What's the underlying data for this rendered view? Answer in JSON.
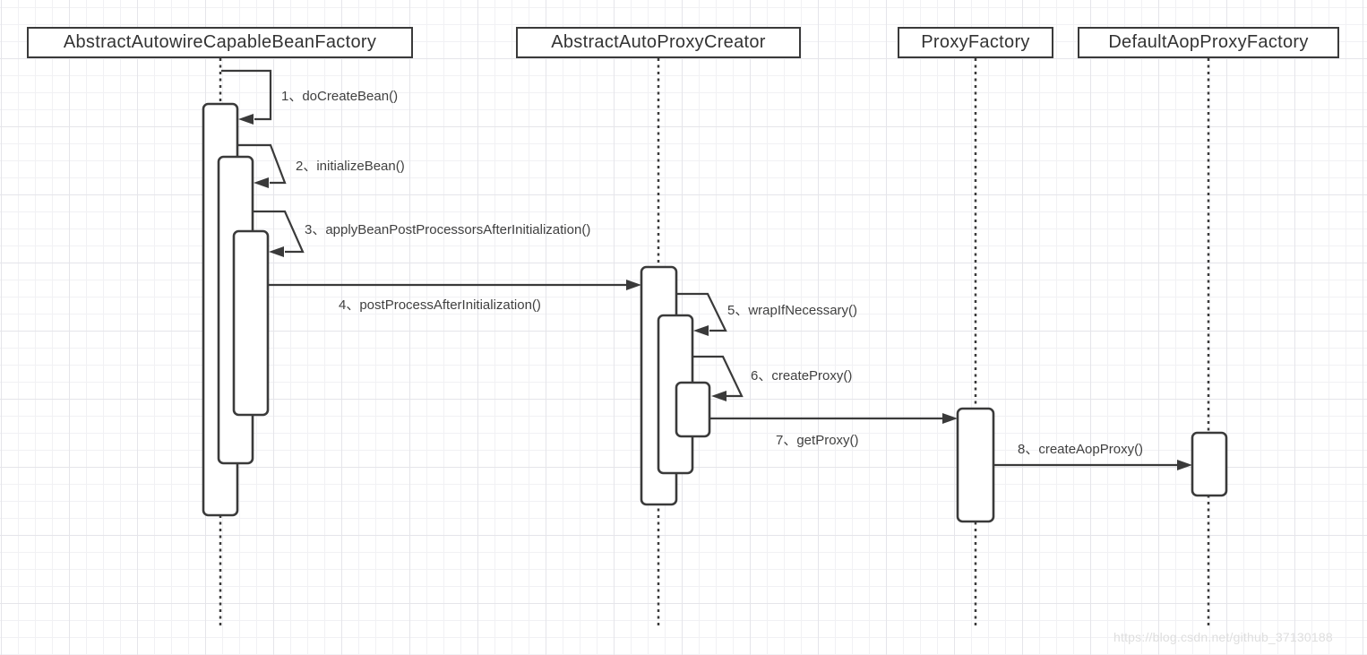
{
  "diagram": {
    "kind": "uml-sequence",
    "lifelines": [
      {
        "label": "AbstractAutowireCapableBeanFactory"
      },
      {
        "label": "AbstractAutoProxyCreator"
      },
      {
        "label": "ProxyFactory"
      },
      {
        "label": "DefaultAopProxyFactory"
      }
    ],
    "messages": [
      {
        "label": "1、doCreateBean()",
        "from": "AbstractAutowireCapableBeanFactory",
        "to": "AbstractAutowireCapableBeanFactory",
        "type": "self"
      },
      {
        "label": "2、initializeBean()",
        "from": "AbstractAutowireCapableBeanFactory",
        "to": "AbstractAutowireCapableBeanFactory",
        "type": "self"
      },
      {
        "label": "3、applyBeanPostProcessorsAfterInitialization()",
        "from": "AbstractAutowireCapableBeanFactory",
        "to": "AbstractAutowireCapableBeanFactory",
        "type": "self"
      },
      {
        "label": "4、postProcessAfterInitialization()",
        "from": "AbstractAutowireCapableBeanFactory",
        "to": "AbstractAutoProxyCreator",
        "type": "call"
      },
      {
        "label": "5、wrapIfNecessary()",
        "from": "AbstractAutoProxyCreator",
        "to": "AbstractAutoProxyCreator",
        "type": "self"
      },
      {
        "label": "6、createProxy()",
        "from": "AbstractAutoProxyCreator",
        "to": "AbstractAutoProxyCreator",
        "type": "self"
      },
      {
        "label": "7、getProxy()",
        "from": "AbstractAutoProxyCreator",
        "to": "ProxyFactory",
        "type": "call"
      },
      {
        "label": "8、createAopProxy()",
        "from": "ProxyFactory",
        "to": "DefaultAopProxyFactory",
        "type": "call"
      }
    ],
    "watermark": "https://blog.csdn.net/github_37130188",
    "colors": {
      "stroke": "#3a3a3a",
      "text": "#404040",
      "grid_minor": "#f1f1f4",
      "grid_major": "#e5e5ea",
      "background": "#ffffff",
      "watermark": "#dedede"
    }
  }
}
